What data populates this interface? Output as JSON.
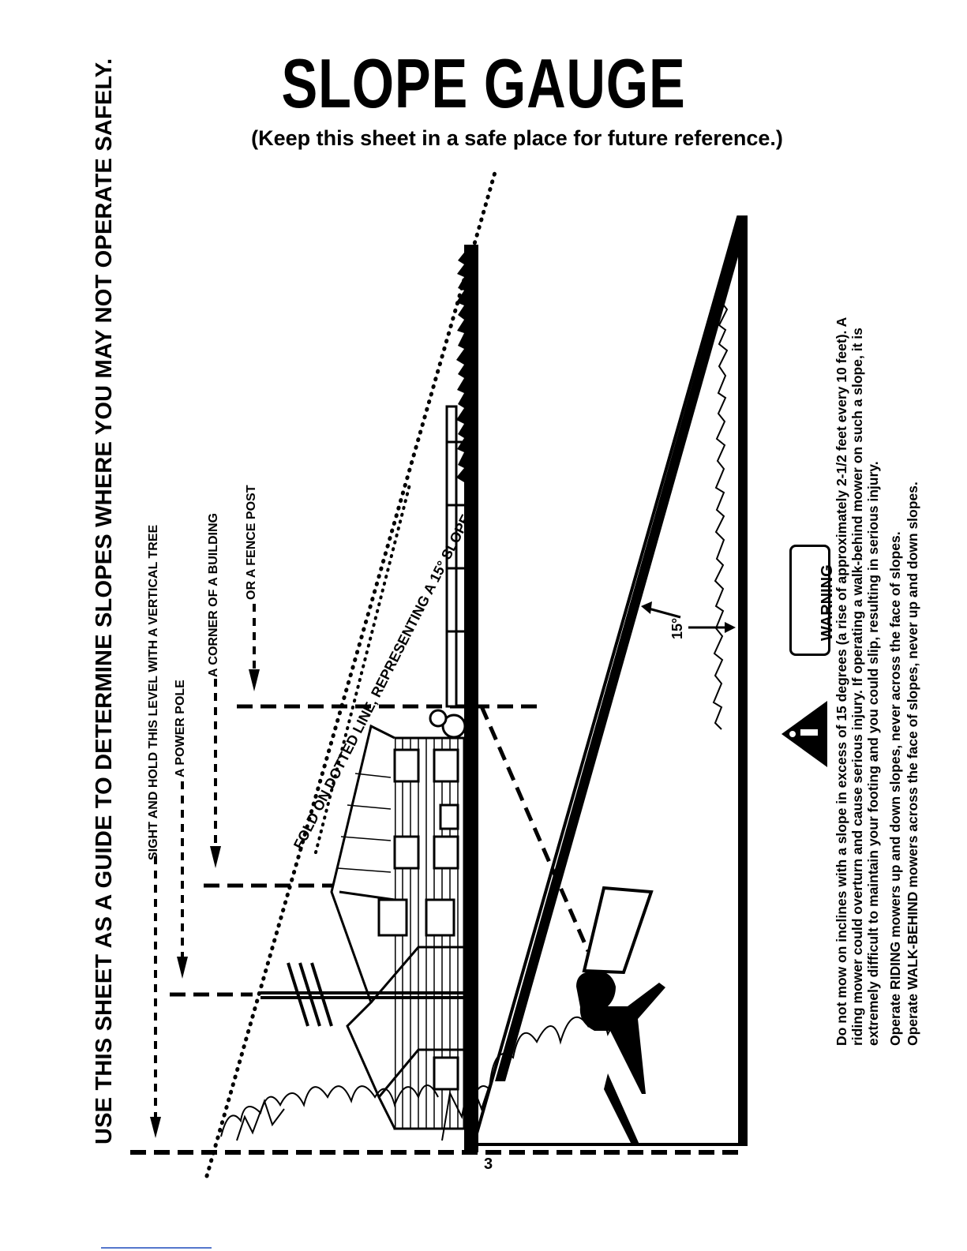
{
  "page": {
    "title": "SLOPE GAUGE",
    "subtitle": "(Keep this sheet in a safe place for future reference.)",
    "main_instruction": "USE THIS SHEET AS A GUIDE TO DETERMINE SLOPES WHERE YOU MAY NOT OPERATE SAFELY.",
    "sight_labels": {
      "sight": "SIGHT AND HOLD THIS LEVEL WITH A VERTICAL TREE",
      "pole": "A POWER POLE",
      "corner": "A CORNER OF A BUILDING",
      "fence": "OR A FENCE POST"
    },
    "fold_label": "FOLD ON DOTTED LINE, REPRESENTING A 15° SLOPE",
    "angle_label": "15°",
    "warning": {
      "label": "WARNING",
      "text_lines": [
        "Do not mow on inclines with a slope in excess of 15 degrees (a rise of approximately 2-1/2 feet every 10 feet). A",
        "riding mower could overturn and cause serious injury. If operating a walk-behind mower on such a slope, it is",
        "extremely difficult to maintain your footing and you could slip, resulting in serious injury."
      ],
      "riding_rule": "Operate RIDING mowers up and down slopes, never across the face of slopes.",
      "walk_rule": "Operate WALK-BEHIND mowers across the face of slopes, never up and down slopes."
    },
    "page_number": "3"
  }
}
